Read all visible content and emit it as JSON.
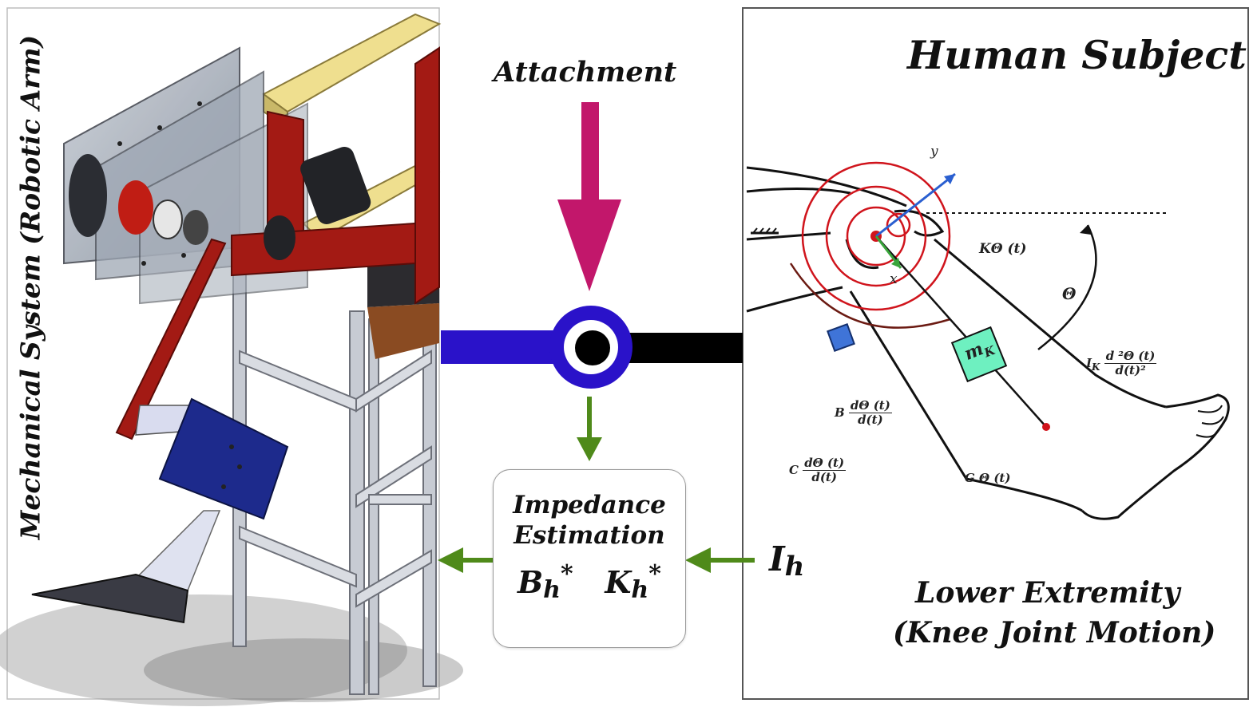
{
  "left_panel": {
    "label": "Mechanical System (Robotic Arm)"
  },
  "right_panel": {
    "title": "Human Subject",
    "caption_line1": "Lower Extremity",
    "caption_line2": "(Knee Joint Motion)",
    "equations": {
      "stiffness": "KΘ (t)",
      "angle": "Θ",
      "inertia_coeff": "I",
      "inertia_sub": "K",
      "inertia_num": "d ²Θ (t)",
      "inertia_den": "d(t)²",
      "damping_coeff": "B",
      "damping_num": "dΘ (t)",
      "damping_den": "d(t)",
      "friction_coeff": "C",
      "friction_num": "dΘ (t)",
      "friction_den": "d(t)",
      "gravity": "G Θ (t)",
      "mass_main": "m",
      "mass_sub": "K",
      "axis_x": "x",
      "axis_y": "y"
    }
  },
  "middle": {
    "attachment_label": "Attachment",
    "estimation_line1": "Impedance",
    "estimation_line2": "Estimation",
    "b_main": "B",
    "b_sub": "h",
    "b_sup": "*",
    "k_main": "K",
    "k_sub": "h",
    "k_sup": "*",
    "input_main": "I",
    "input_sub": "h"
  },
  "colors": {
    "attachment_arrow": "#c2176b",
    "flow_arrow": "#4f8a1a",
    "joint_blue": "#2a12c9",
    "rod_black": "#000000",
    "robot_red": "#a31a14",
    "robot_blue": "#1d2a8c",
    "frame_wood": "#eedc8a",
    "circles_red": "#d0141c",
    "mass_green": "#6ef0c0",
    "sensor_blue": "#3f74d8"
  }
}
